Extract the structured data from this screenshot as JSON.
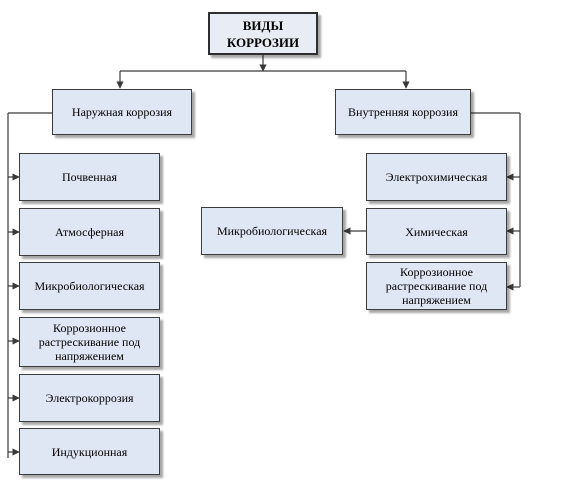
{
  "root": {
    "label": "ВИДЫ\nКОРРОЗИИ"
  },
  "external": {
    "title": "Наружная коррозия",
    "items": [
      "Почвенная",
      "Атмосферная",
      "Микробиологическая",
      "Коррозионное\nрастрескивание под\nнапряжением",
      "Электрокоррозия",
      "Индукционная"
    ]
  },
  "internal": {
    "title": "Внутренняя коррозия",
    "items": [
      "Электрохимическая",
      "Химическая",
      "Коррозионное\nрастрескивание под\nнапряжением"
    ],
    "side_item": "Микробиологическая"
  }
}
